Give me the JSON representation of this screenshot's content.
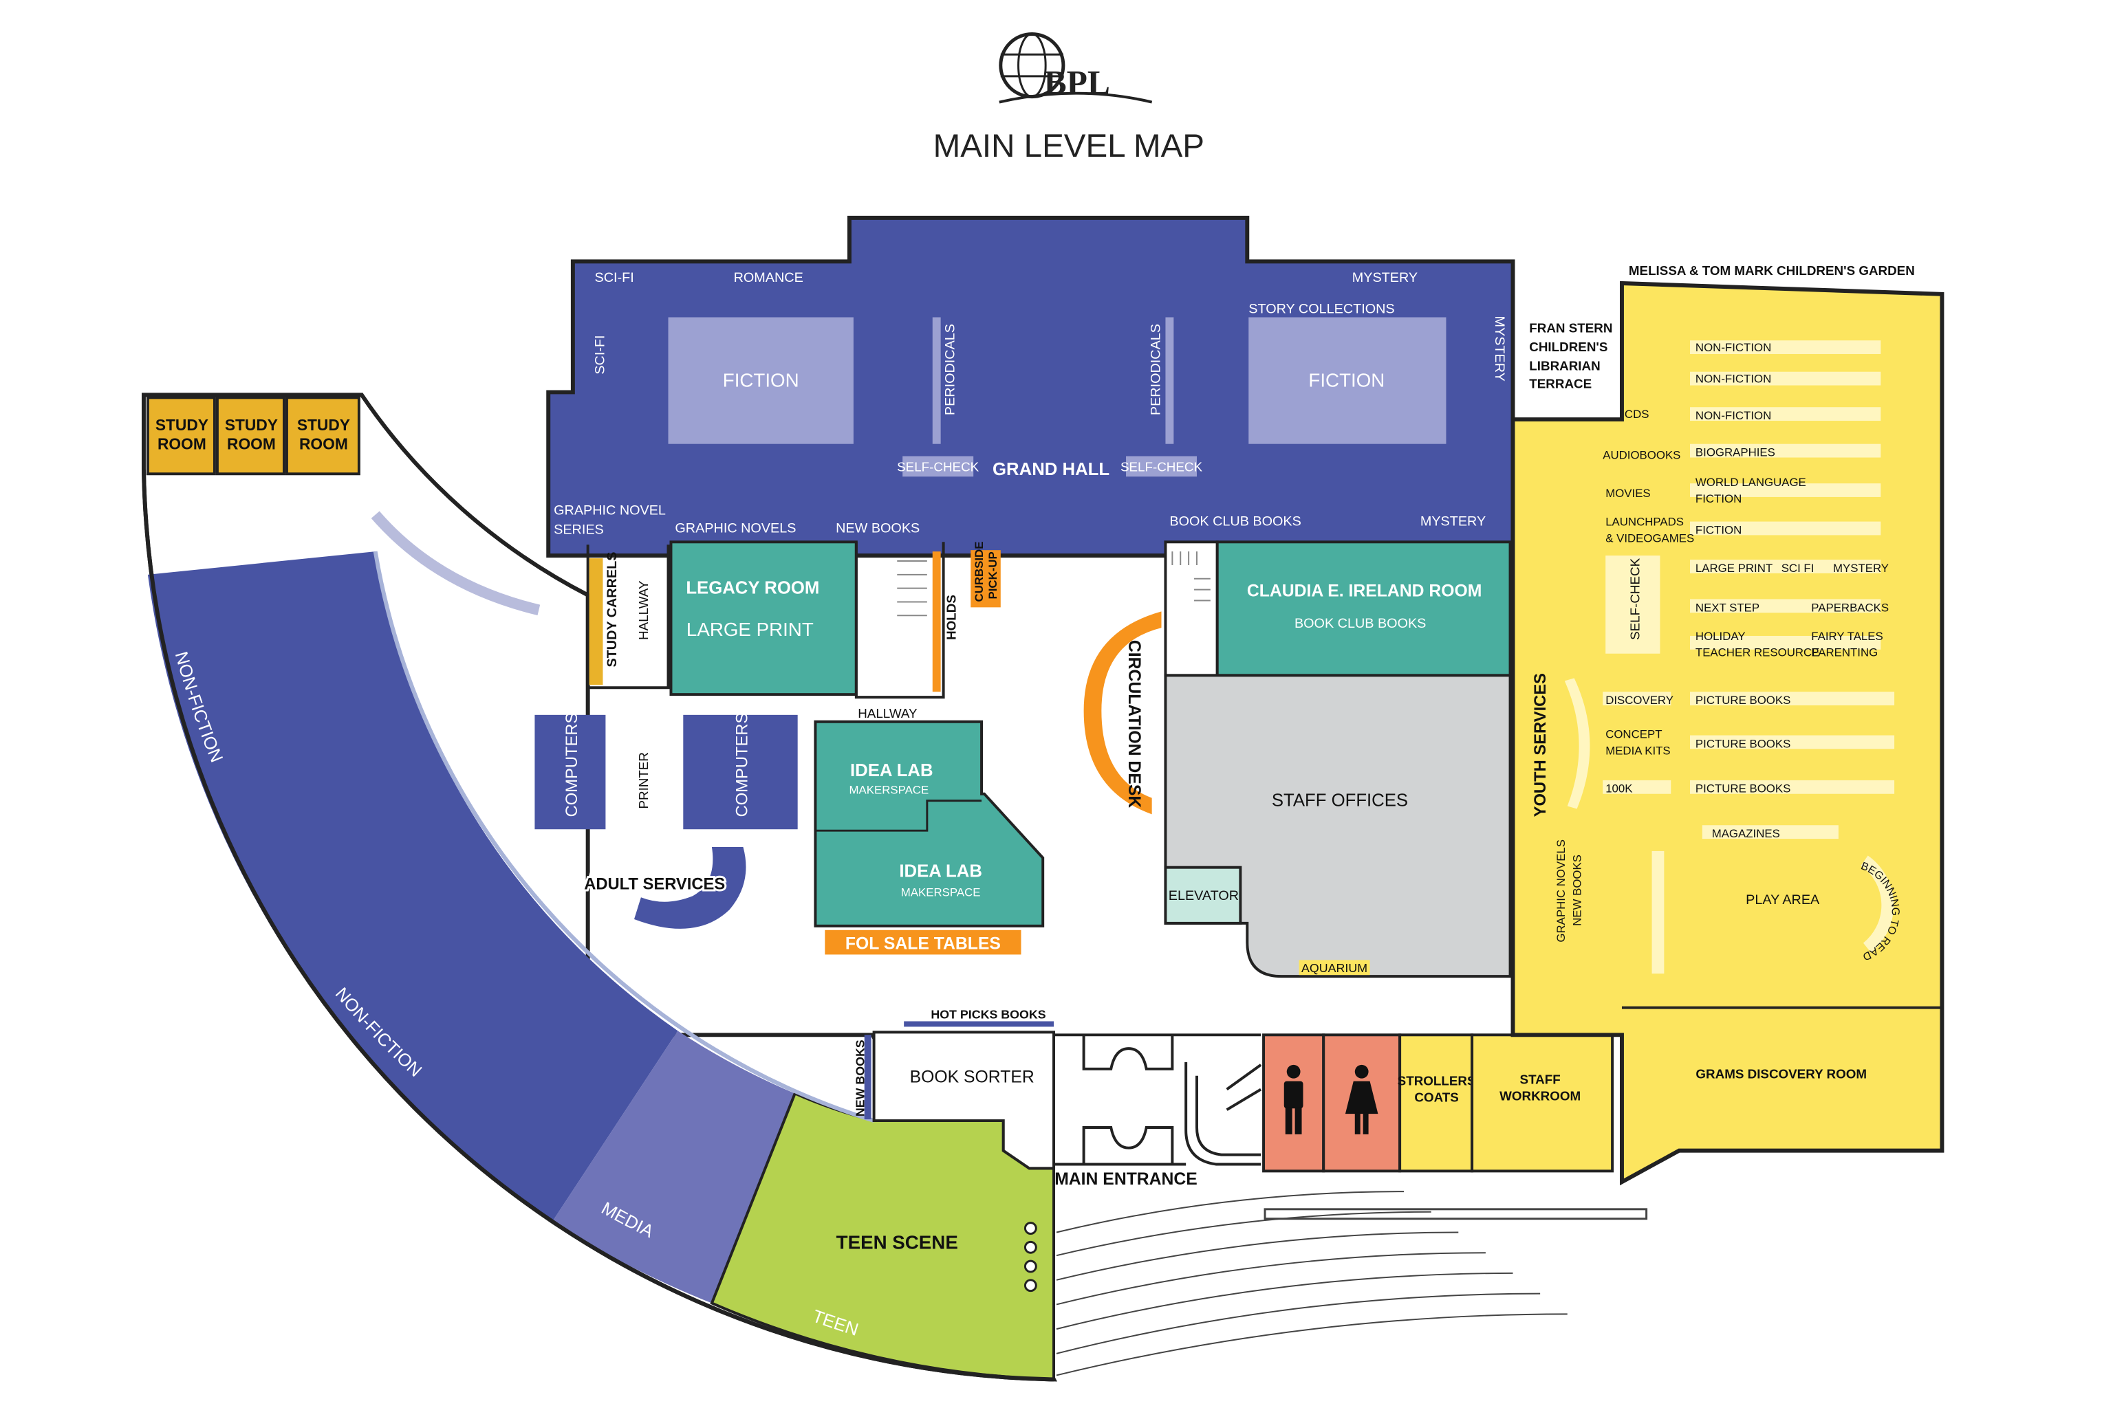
{
  "header": {
    "logo_text": "BPL",
    "title": "MAIN LEVEL MAP"
  },
  "colors": {
    "adult_blue": "#4854a3",
    "media_blue": "#6f74b8",
    "fiction_light": "#9ca1d2",
    "teen_green": "#b5d24f",
    "teal": "#4aae9f",
    "orange": "#f7941d",
    "gold": "#e9b22a",
    "youth_yellow": "#fce55f",
    "restroom": "#ee8c72",
    "staff_gray": "#d1d3d4",
    "elevator": "#c7e8df"
  },
  "grand_hall": {
    "name": "GRAND HALL",
    "sci_fi_top": "SCI-FI",
    "romance": "ROMANCE",
    "mystery_top": "MYSTERY",
    "sci_fi_side": "SCI-FI",
    "mystery_side": "MYSTERY",
    "story_collections": "STORY COLLECTIONS",
    "fiction_left": "FICTION",
    "fiction_right": "FICTION",
    "periodicals_left": "PERIODICALS",
    "periodicals_right": "PERIODICALS",
    "self_check_left": "SELF-CHECK",
    "self_check_right": "SELF-CHECK",
    "graphic_novel_series_1": "GRAPHIC NOVEL",
    "graphic_novel_series_2": "SERIES",
    "graphic_novels": "GRAPHIC NOVELS",
    "new_books": "NEW BOOKS",
    "book_club_books": "BOOK CLUB BOOKS",
    "mystery_bottom": "MYSTERY"
  },
  "study_rooms": [
    {
      "line1": "STUDY",
      "line2": "ROOM"
    },
    {
      "line1": "STUDY",
      "line2": "ROOM"
    },
    {
      "line1": "STUDY",
      "line2": "ROOM"
    }
  ],
  "adult_area": {
    "non_fiction_upper": "NON-FICTION",
    "non_fiction_lower": "NON-FICTION",
    "media": "MEDIA",
    "teen": "TEEN",
    "teen_scene": "TEEN SCENE",
    "study_carrels": "STUDY CARRELS",
    "hallway_vertical": "HALLWAY",
    "hallway_horizontal": "HALLWAY",
    "legacy_room": "LEGACY ROOM",
    "large_print": "LARGE PRINT",
    "holds": "HOLDS",
    "curbside_1": "CURBSIDE",
    "curbside_2": "PICK-UP",
    "computers_left": "COMPUTERS",
    "computers_right": "COMPUTERS",
    "printer": "PRINTER",
    "adult_services": "ADULT SERVICES",
    "idea_lab_top": "IDEA LAB",
    "makerspace_top": "MAKERSPACE",
    "idea_lab_bottom": "IDEA LAB",
    "makerspace_bottom": "MAKERSPACE",
    "fol_sale_tables": "FOL SALE TABLES",
    "circulation_desk": "CIRCULATION DESK",
    "hot_picks_books": "HOT PICKS BOOKS",
    "new_books_side": "NEW BOOKS",
    "book_sorter": "BOOK SORTER",
    "main_entrance": "MAIN ENTRANCE"
  },
  "east_area": {
    "ireland_room": "CLAUDIA E. IRELAND ROOM",
    "book_club_books": "BOOK CLUB BOOKS",
    "staff_offices": "STAFF OFFICES",
    "elevator": "ELEVATOR",
    "aquarium": "AQUARIUM",
    "strollers": "STROLLERS",
    "coats": "COATS",
    "staff_workroom_1": "STAFF",
    "staff_workroom_2": "WORKROOM"
  },
  "youth": {
    "garden": "MELISSA & TOM MARK CHILDREN'S GARDEN",
    "terrace_1": "FRAN STERN",
    "terrace_2": "CHILDREN'S",
    "terrace_3": "LIBRARIAN",
    "terrace_4": "TERRACE",
    "youth_services": "YOUTH SERVICES",
    "cds": "CDS",
    "audiobooks": "AUDIOBOOKS",
    "movies": "MOVIES",
    "launchpads_1": "LAUNCHPADS",
    "launchpads_2": "& VIDEOGAMES",
    "self_check": "SELF-CHECK",
    "discovery": "DISCOVERY",
    "concept_1": "CONCEPT",
    "concept_2": "MEDIA KITS",
    "k100": "100K",
    "graphic_novels_1": "GRAPHIC NOVELS",
    "graphic_novels_2": "NEW BOOKS",
    "nf1": "NON-FICTION",
    "nf2": "NON-FICTION",
    "nf3": "NON-FICTION",
    "biographies": "BIOGRAPHIES",
    "world_language_1": "WORLD LANGUAGE",
    "world_language_2": "FICTION",
    "fiction": "FICTION",
    "large_print": "LARGE PRINT",
    "sci_fi": "SCI FI",
    "mystery": "MYSTERY",
    "next_step": "NEXT STEP",
    "paperbacks": "PAPERBACKS",
    "holiday": "HOLIDAY",
    "teacher_resource": "TEACHER RESOURCE",
    "fairy_tales": "FAIRY TALES",
    "parenting": "PARENTING",
    "picture_books_1": "PICTURE BOOKS",
    "picture_books_2": "PICTURE BOOKS",
    "picture_books_3": "PICTURE BOOKS",
    "magazines": "MAGAZINES",
    "play_area": "PLAY AREA",
    "beginning_to_read": "BEGINNING TO READ",
    "grams": "GRAMS DISCOVERY ROOM"
  }
}
